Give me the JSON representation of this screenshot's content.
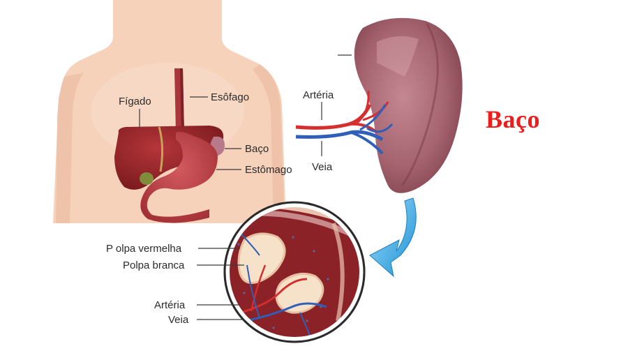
{
  "title": "Baço",
  "colors": {
    "skin": "#f6d2bb",
    "skin_shade": "#eebfa6",
    "organ_red": "#9b2b2e",
    "liver": "#8e2024",
    "stomach": "#b73a40",
    "spleen_outer": "#8a4a55",
    "spleen_inner": "#b87a84",
    "pulp_red": "#8a2228",
    "pulp_white": "#f6e2c8",
    "artery": "#d42e2e",
    "vein": "#2f5fb8",
    "arrow": "#3fb0e6",
    "title_red": "#ee1c1c"
  },
  "torso_labels": {
    "liver": "Fígado",
    "esophagus": "Esôfago",
    "spleen": "Baço",
    "stomach": "Estômago"
  },
  "spleen_labels": {
    "artery": "Artéria",
    "vein": "Veia"
  },
  "detail_labels": {
    "red_pulp": "P olpa vermelha",
    "white_pulp": "Polpa branca",
    "artery": "Artéria",
    "vein": "Veia"
  }
}
